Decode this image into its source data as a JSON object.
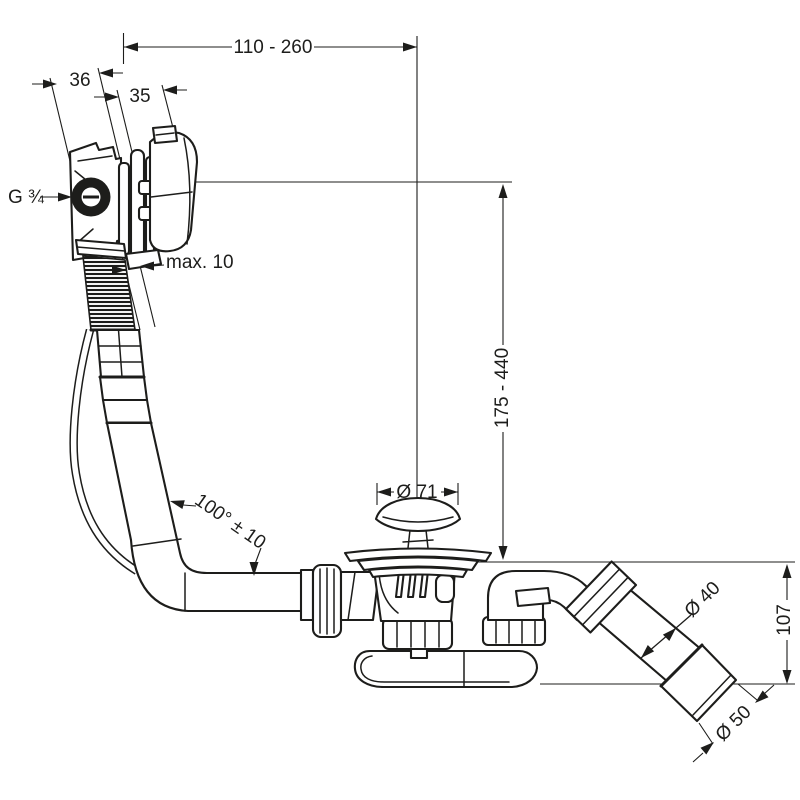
{
  "drawing": {
    "background": "#ffffff",
    "line_color": "#1d1d1b",
    "labels": {
      "width_range": "110 - 260",
      "depth_rear": "36",
      "depth_front": "35",
      "thread_size": "G ¾",
      "max_wall": "max. 10",
      "height_range": "175 - 440",
      "plug_diameter": "Ø 71",
      "hose_angle": "100° ± 10",
      "outlet_diameter": "Ø 40",
      "outlet_height": "107",
      "sleeve_diameter": "Ø 50"
    }
  }
}
